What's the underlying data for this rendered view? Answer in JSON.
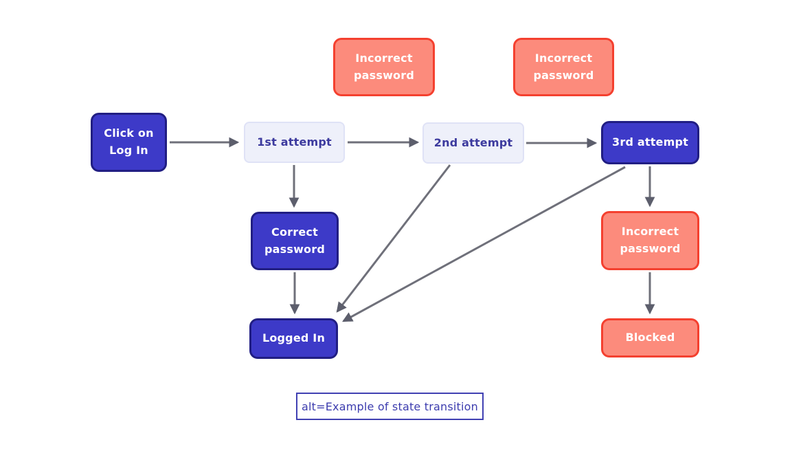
{
  "theme": {
    "canvas_bg": "#ffffff",
    "primary_fill": "#3d3ac8",
    "primary_border": "#211e83",
    "primary_text": "#ffffff",
    "light_fill": "#eef0fa",
    "light_border": "#dfe2f6",
    "light_text": "#3c3a9e",
    "danger_fill": "#fc8b7c",
    "danger_border": "#f4402f",
    "danger_text": "#ffffff",
    "arrow_color": "#6f707a",
    "arrowhead_color": "#5c5e6c",
    "caption_bg": "#ffffff",
    "caption_border": "#4040b2",
    "caption_text": "#3c3cae"
  },
  "diagram": {
    "caption": "alt=Example of state transition",
    "nodes": {
      "click_login": {
        "label": "Click on\nLog In",
        "style": "primary"
      },
      "attempt_1": {
        "label": "1st attempt",
        "style": "light"
      },
      "incorrect_password_top_left": {
        "label": "Incorrect\npassword",
        "style": "danger"
      },
      "attempt_2": {
        "label": "2nd attempt",
        "style": "light"
      },
      "incorrect_password_top_right": {
        "label": "Incorrect\npassword",
        "style": "danger"
      },
      "attempt_3": {
        "label": "3rd attempt",
        "style": "primary"
      },
      "correct_password": {
        "label": "Correct\npassword",
        "style": "primary"
      },
      "incorrect_password_right": {
        "label": "Incorrect\npassword",
        "style": "danger"
      },
      "logged_in": {
        "label": "Logged In",
        "style": "primary"
      },
      "blocked": {
        "label": "Blocked",
        "style": "danger"
      }
    },
    "edges": [
      {
        "from": "click_login",
        "to": "attempt_1"
      },
      {
        "from": "attempt_1",
        "to": "attempt_2"
      },
      {
        "from": "attempt_2",
        "to": "attempt_3"
      },
      {
        "from": "attempt_1",
        "to": "correct_password"
      },
      {
        "from": "correct_password",
        "to": "logged_in"
      },
      {
        "from": "attempt_2",
        "to": "logged_in"
      },
      {
        "from": "attempt_3",
        "to": "logged_in"
      },
      {
        "from": "attempt_3",
        "to": "incorrect_password_right"
      },
      {
        "from": "incorrect_password_right",
        "to": "blocked"
      }
    ]
  }
}
